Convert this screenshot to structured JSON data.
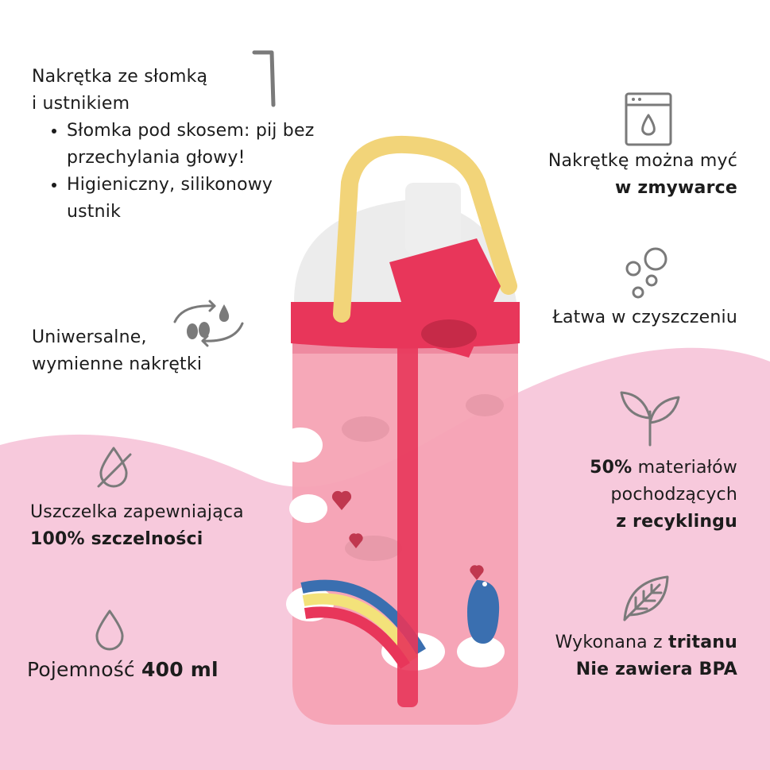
{
  "features": {
    "cap": {
      "title_line1": "Nakrętka ze słomką",
      "title_line2": "i ustnikiem",
      "bullets": [
        "Słomka pod skosem: pij bez przechylania głowy!",
        "Higieniczny, silikonowy ustnik"
      ],
      "icon": "straw-icon"
    },
    "dishwasher": {
      "line1": "Nakrętkę można myć",
      "line2_bold": "w zmywarce",
      "icon": "dishwasher-icon"
    },
    "easy_clean": {
      "line1": "Łatwa w czyszczeniu",
      "icon": "bubbles-icon"
    },
    "universal_caps": {
      "line1": "Uniwersalne,",
      "line2": "wymienne nakrętki",
      "icon": "cycle-icon"
    },
    "recycled": {
      "line1_bold": "50%",
      "line1_rest": " materiałów",
      "line2": "pochodzących",
      "line3_bold": "z recyklingu",
      "icon": "sprout-icon"
    },
    "seal": {
      "line1": "Uszczelka zapewniająca",
      "line2_bold": "100% szczelności",
      "icon": "no-drop-icon"
    },
    "material": {
      "line1_rest": "Wykonana z ",
      "line1_bold": "tritanu",
      "line2_bold": "Nie zawiera BPA",
      "icon": "leaf-icon"
    },
    "capacity": {
      "label": "Pojemność ",
      "value_bold": "400 ml",
      "icon": "drop-icon"
    }
  },
  "colors": {
    "background_pink": "#f7c9dc",
    "bottle_red": "#e8365a",
    "bottle_body": "#f5a3b4",
    "handle_yellow": "#f2d479",
    "icon_gray": "#7a7a7a"
  }
}
